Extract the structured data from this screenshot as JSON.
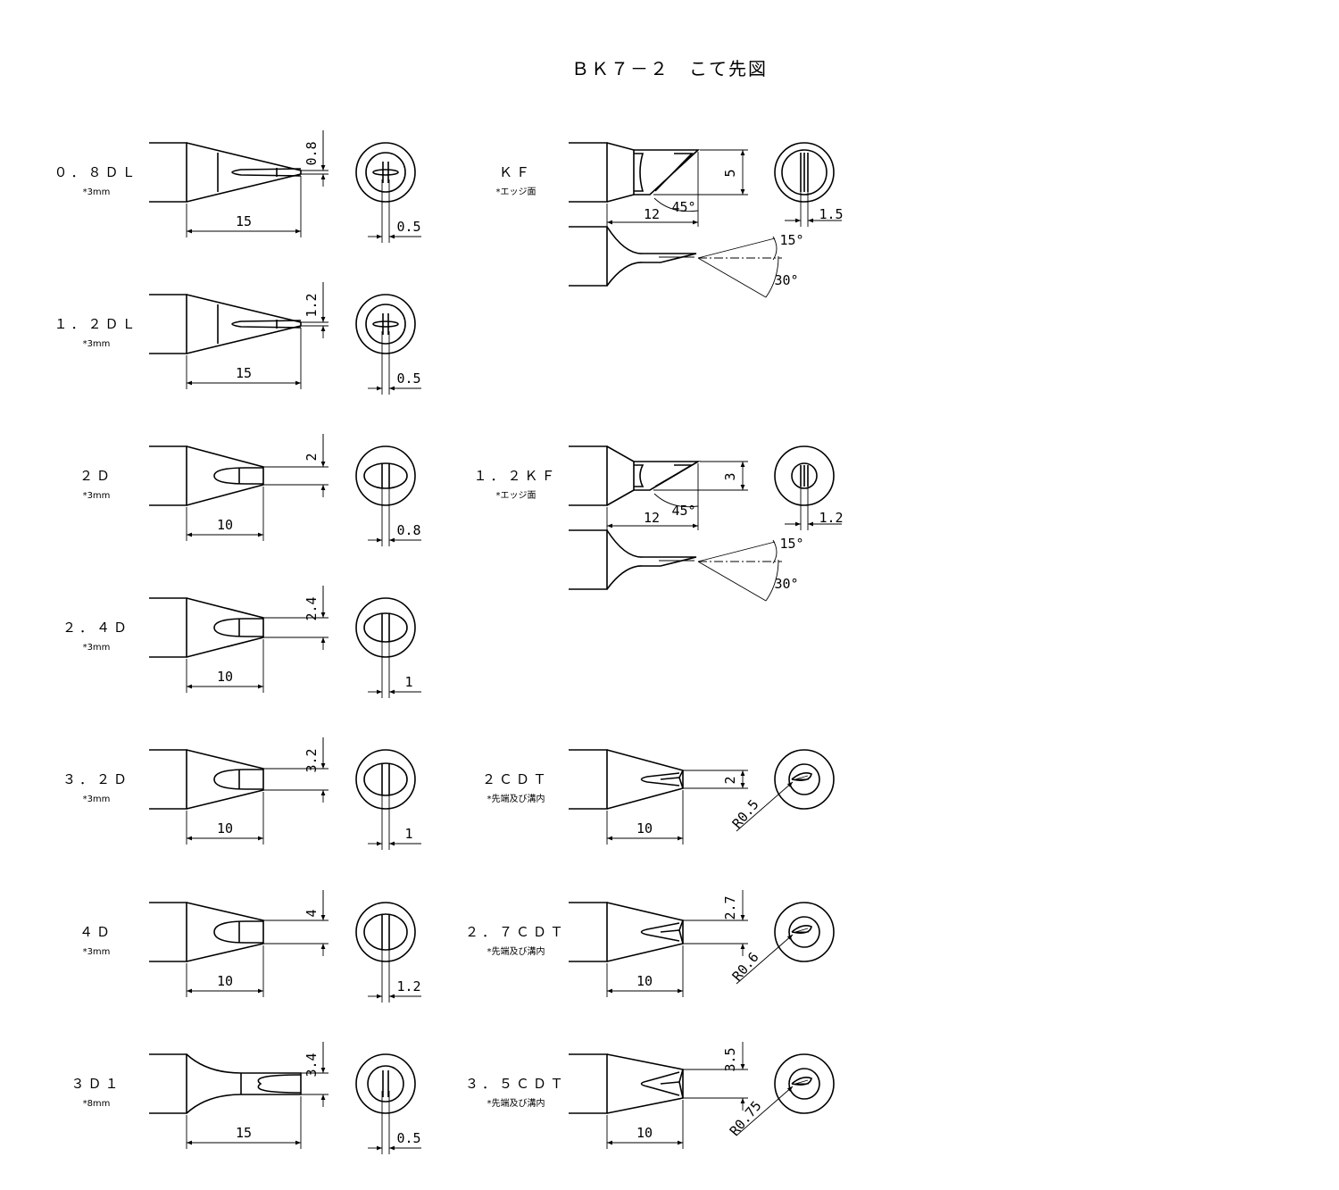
{
  "title": "ＢＫ７－２　こて先図",
  "tips": [
    {
      "name": "０．８ＤＬ",
      "note": "*3mm",
      "length": "15",
      "height": "0.8",
      "side": "0.5"
    },
    {
      "name": "１．２ＤＬ",
      "note": "*3mm",
      "length": "15",
      "height": "1.2",
      "side": "0.5"
    },
    {
      "name": "２Ｄ",
      "note": "*3mm",
      "length": "10",
      "height": "2",
      "side": "0.8"
    },
    {
      "name": "２．４Ｄ",
      "note": "*3mm",
      "length": "10",
      "height": "2.4",
      "side": "1"
    },
    {
      "name": "３．２Ｄ",
      "note": "*3mm",
      "length": "10",
      "height": "3.2",
      "side": "1"
    },
    {
      "name": "４Ｄ",
      "note": "*3mm",
      "length": "10",
      "height": "4",
      "side": "1.2"
    },
    {
      "name": "３Ｄ１",
      "note": "*8mm",
      "length": "15",
      "height": "3.4",
      "side": "0.5"
    }
  ],
  "knives": [
    {
      "name": "ＫＦ",
      "note": "*エッジ面",
      "length": "12",
      "angle": "45°",
      "height": "5",
      "side": "1.5",
      "top_angle": "15°",
      "bottom_angle": "30°"
    },
    {
      "name": "１．２ＫＦ",
      "note": "*エッジ面",
      "length": "12",
      "angle": "45°",
      "height": "3",
      "side": "1.2",
      "top_angle": "15°",
      "bottom_angle": "30°"
    }
  ],
  "cones": [
    {
      "name": "２ＣＤＴ",
      "note": "*先端及び溝内",
      "length": "10",
      "height": "2",
      "radius": "R0.5"
    },
    {
      "name": "２．７ＣＤＴ",
      "note": "*先端及び溝内",
      "length": "10",
      "height": "2.7",
      "radius": "R0.6"
    },
    {
      "name": "３．５ＣＤＴ",
      "note": "*先端及び溝内",
      "length": "10",
      "height": "3.5",
      "radius": "R0.75"
    }
  ]
}
